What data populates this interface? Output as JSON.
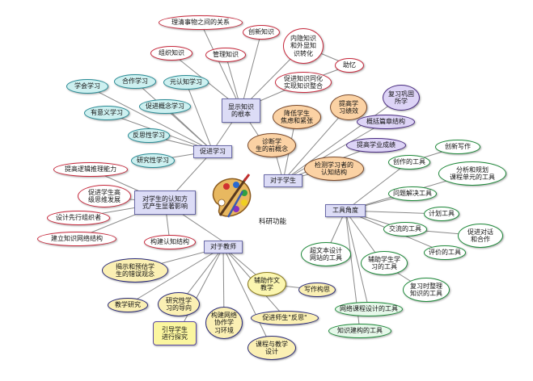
{
  "mindmap": {
    "center": "科研功能",
    "topics": {
      "explicit": "显示知识\n的根本",
      "promote": "促进学习",
      "cognitive": "对学生的认知方\n式产生显著影响",
      "teacher": "对于教师",
      "student": "对于学生",
      "tool": "工具角度"
    },
    "explicit_children": {
      "relation": "理清事物之间的关系",
      "create": "创新知识",
      "organize": "组织知识",
      "manage": "管理知识",
      "tacit": "内隐知识\n和外显知\n识转化",
      "integrate": "促进知识同化\n实现知识整合",
      "help": "助忆"
    },
    "promote_children": {
      "cooperative": "合作学习",
      "metacog": "元认知学习",
      "learn": "学会学习",
      "meaningful": "有意义学习",
      "concept": "促进概念学习",
      "reflective": "反思性学习",
      "research": "研究性学习"
    },
    "cognitive_children": {
      "logic": "提高逻辑推理能力",
      "high": "促进学生高\n级思维发展",
      "organizer": "设计先行组织者",
      "network": "建立知识网络结构",
      "construct": "构建认知结构"
    },
    "student_children": {
      "diagnose": "诊断学\n生的前概念",
      "reduce": "降低学生\n焦虑和紧张",
      "efficiency": "提高学\n习绩效",
      "review": "复习巩固\n所学",
      "summary": "概括篇章结构",
      "grades": "提高学业成绩",
      "detect": "检测学习者的\n认知结构"
    },
    "tool_children": {
      "writing": "创新写作",
      "creative_tool": "创作的工具",
      "analyze": "分析和规划\n课程单元的工具",
      "problem": "问题解决工具",
      "plan": "计划工具",
      "communication": "交流的工具",
      "dialogue": "促进对话\n和合作",
      "evaluation": "评价的工具",
      "hypertext": "超文本设计\n网站的工具",
      "assist": "辅助学生学\n习的工具",
      "organize_k": "复习时整理\n知识的工具",
      "web_course": "网络课程设计的工具",
      "knowledge": "知识建构的工具"
    },
    "teacher_children": {
      "reveal": "揭示和预估学\n生的错误观念",
      "teaching_research": "教学研究",
      "research_guide": "研究性学\n习的导向",
      "guide": "引导学生\n进行探究",
      "network_tool": "构建网络\n协作学\n习环境",
      "assist_writing": "辅助作文\n教学",
      "composition": "写作构思",
      "reflection": "促进师生\"反思\"",
      "design": "课程与教学\n设计"
    }
  }
}
